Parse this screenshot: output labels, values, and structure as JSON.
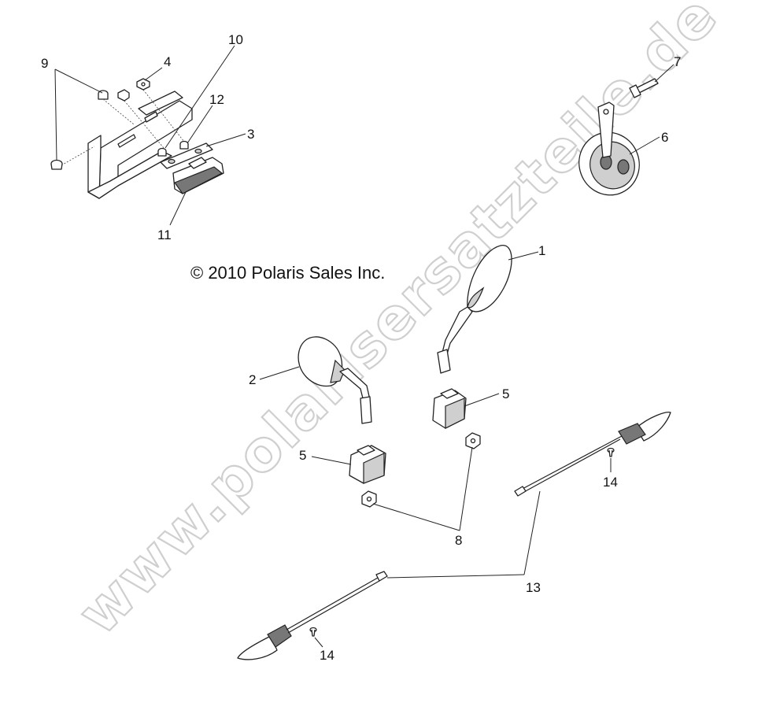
{
  "copyright": "© 2010 Polaris Sales Inc.",
  "watermark": "www.polarisersatzteile.de",
  "callouts": {
    "c1": "1",
    "c2": "2",
    "c3": "3",
    "c4": "4",
    "c5a": "5",
    "c5b": "5",
    "c6": "6",
    "c7": "7",
    "c8": "8",
    "c9": "9",
    "c10": "10",
    "c11": "11",
    "c12": "12",
    "c13": "13",
    "c14a": "14",
    "c14b": "14"
  }
}
